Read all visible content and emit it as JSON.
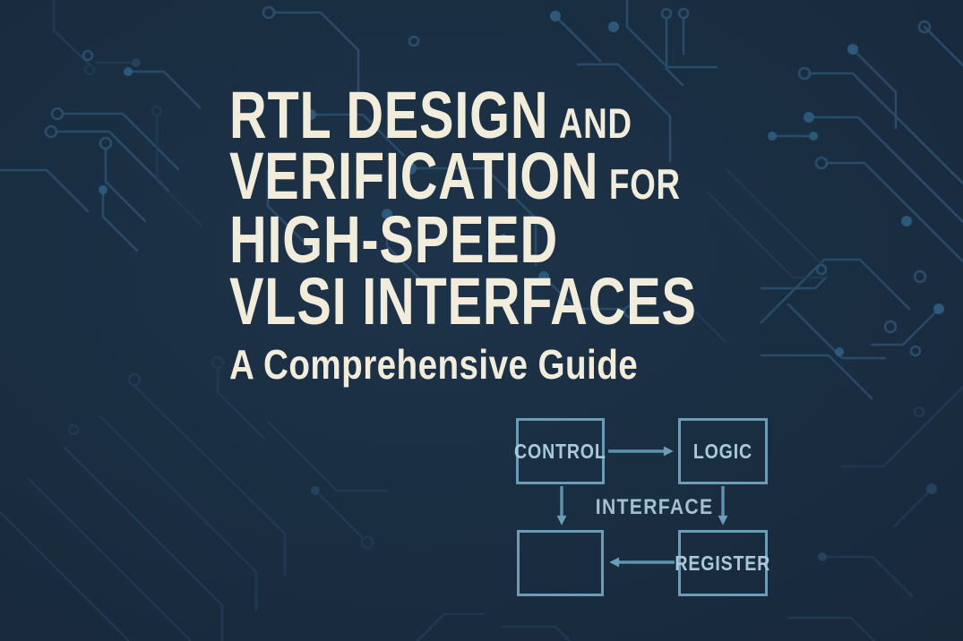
{
  "title": {
    "line1_main": "RTL DESIGN",
    "line1_small": "AND",
    "line2_main": "VERIFICATION",
    "line2_small": "FOR",
    "line3_main": "HIGH-SPEED",
    "line4_main": "VLSI INTERFACES",
    "subtitle": "A Comprehensive Guide"
  },
  "diagram": {
    "control_label": "CONTROL",
    "logic_label": "LOGIC",
    "register_label": "REGISTER",
    "empty_label": "",
    "interface_label": "INTERFACE",
    "edges": [
      "control-to-logic",
      "control-to-empty",
      "logic-to-register",
      "register-to-empty"
    ]
  },
  "colors": {
    "background": "#182a3c",
    "circuit_trace_bright": "#2b5170",
    "circuit_trace_faint": "#203c54",
    "circuit_node": "#2f5d80",
    "title_text": "#f2ecda",
    "diagram_stroke": "#6b9db8",
    "diagram_label_text": "#abc8da"
  }
}
